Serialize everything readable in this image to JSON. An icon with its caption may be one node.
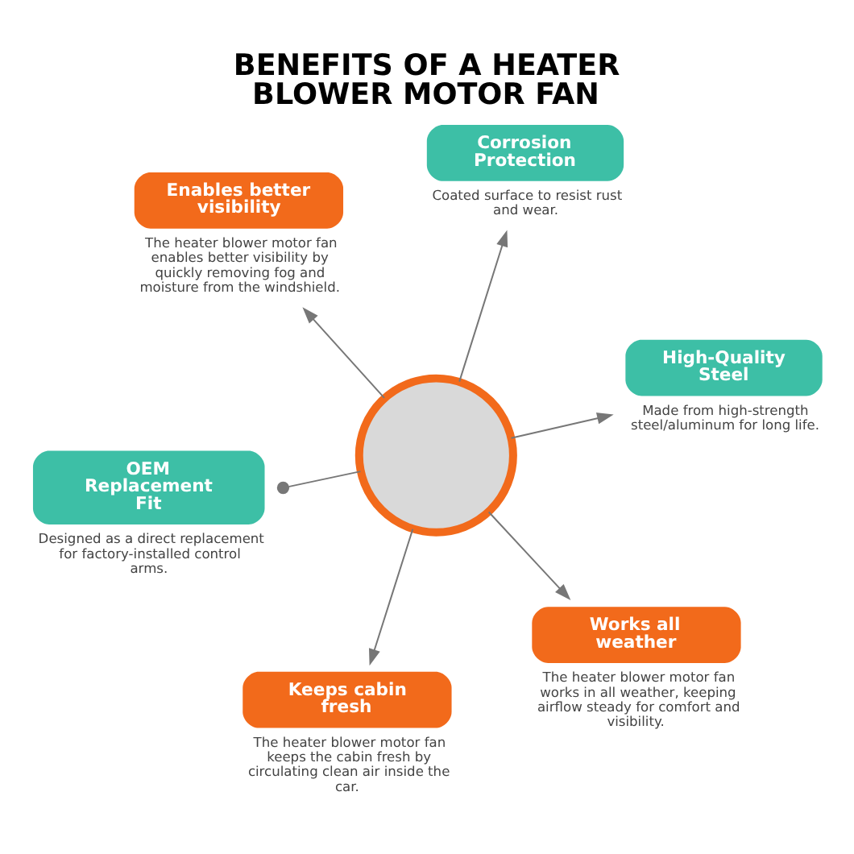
{
  "diagram": {
    "title": "BENEFITS OF A HEATER BLOWER MOTOR FAN",
    "nodes": [
      {
        "text": [
          "OEM Replacement Fit"
        ],
        "beside": [
          "Designed as a direct replacement for factory-installed control arms."
        ]
      },
      {
        "text": [
          "Works all weather"
        ],
        "beside": [
          "The heater blower motor fan works in all weather, keeping airflow steady for comfort and visibility."
        ]
      },
      {
        "text": [],
        "shape": "circle"
      },
      {
        "text": [
          "Enables better visibility"
        ],
        "beside": [
          "The heater blower motor fan enables better visibility by quickly removing fog and moisture from the windshield."
        ]
      },
      {
        "text": [
          "High-Quality Steel"
        ],
        "beside": [
          "Made from high-strength steel/aluminum for long life."
        ]
      },
      {
        "text": [
          "Corrosion Protection"
        ],
        "beside": [
          "Coated surface to resist rust and wear."
        ]
      },
      {
        "text": [
          "Keeps cabin fresh"
        ],
        "beside": [
          "The heater blower motor fan keeps the cabin fresh by circulating clean air inside the car."
        ]
      }
    ],
    "edges": [
      {
        "from": 2,
        "to": 0,
        "arrow": "other"
      },
      {
        "from": 2,
        "to": 1,
        "arrow": "to"
      },
      {
        "from": 2,
        "to": 3,
        "arrow": "to"
      },
      {
        "from": 2,
        "to": 4,
        "arrow": "to"
      },
      {
        "from": 2,
        "to": 5,
        "arrow": "to"
      },
      {
        "from": 2,
        "to": 6,
        "arrow": "to"
      }
    ]
  }
}
